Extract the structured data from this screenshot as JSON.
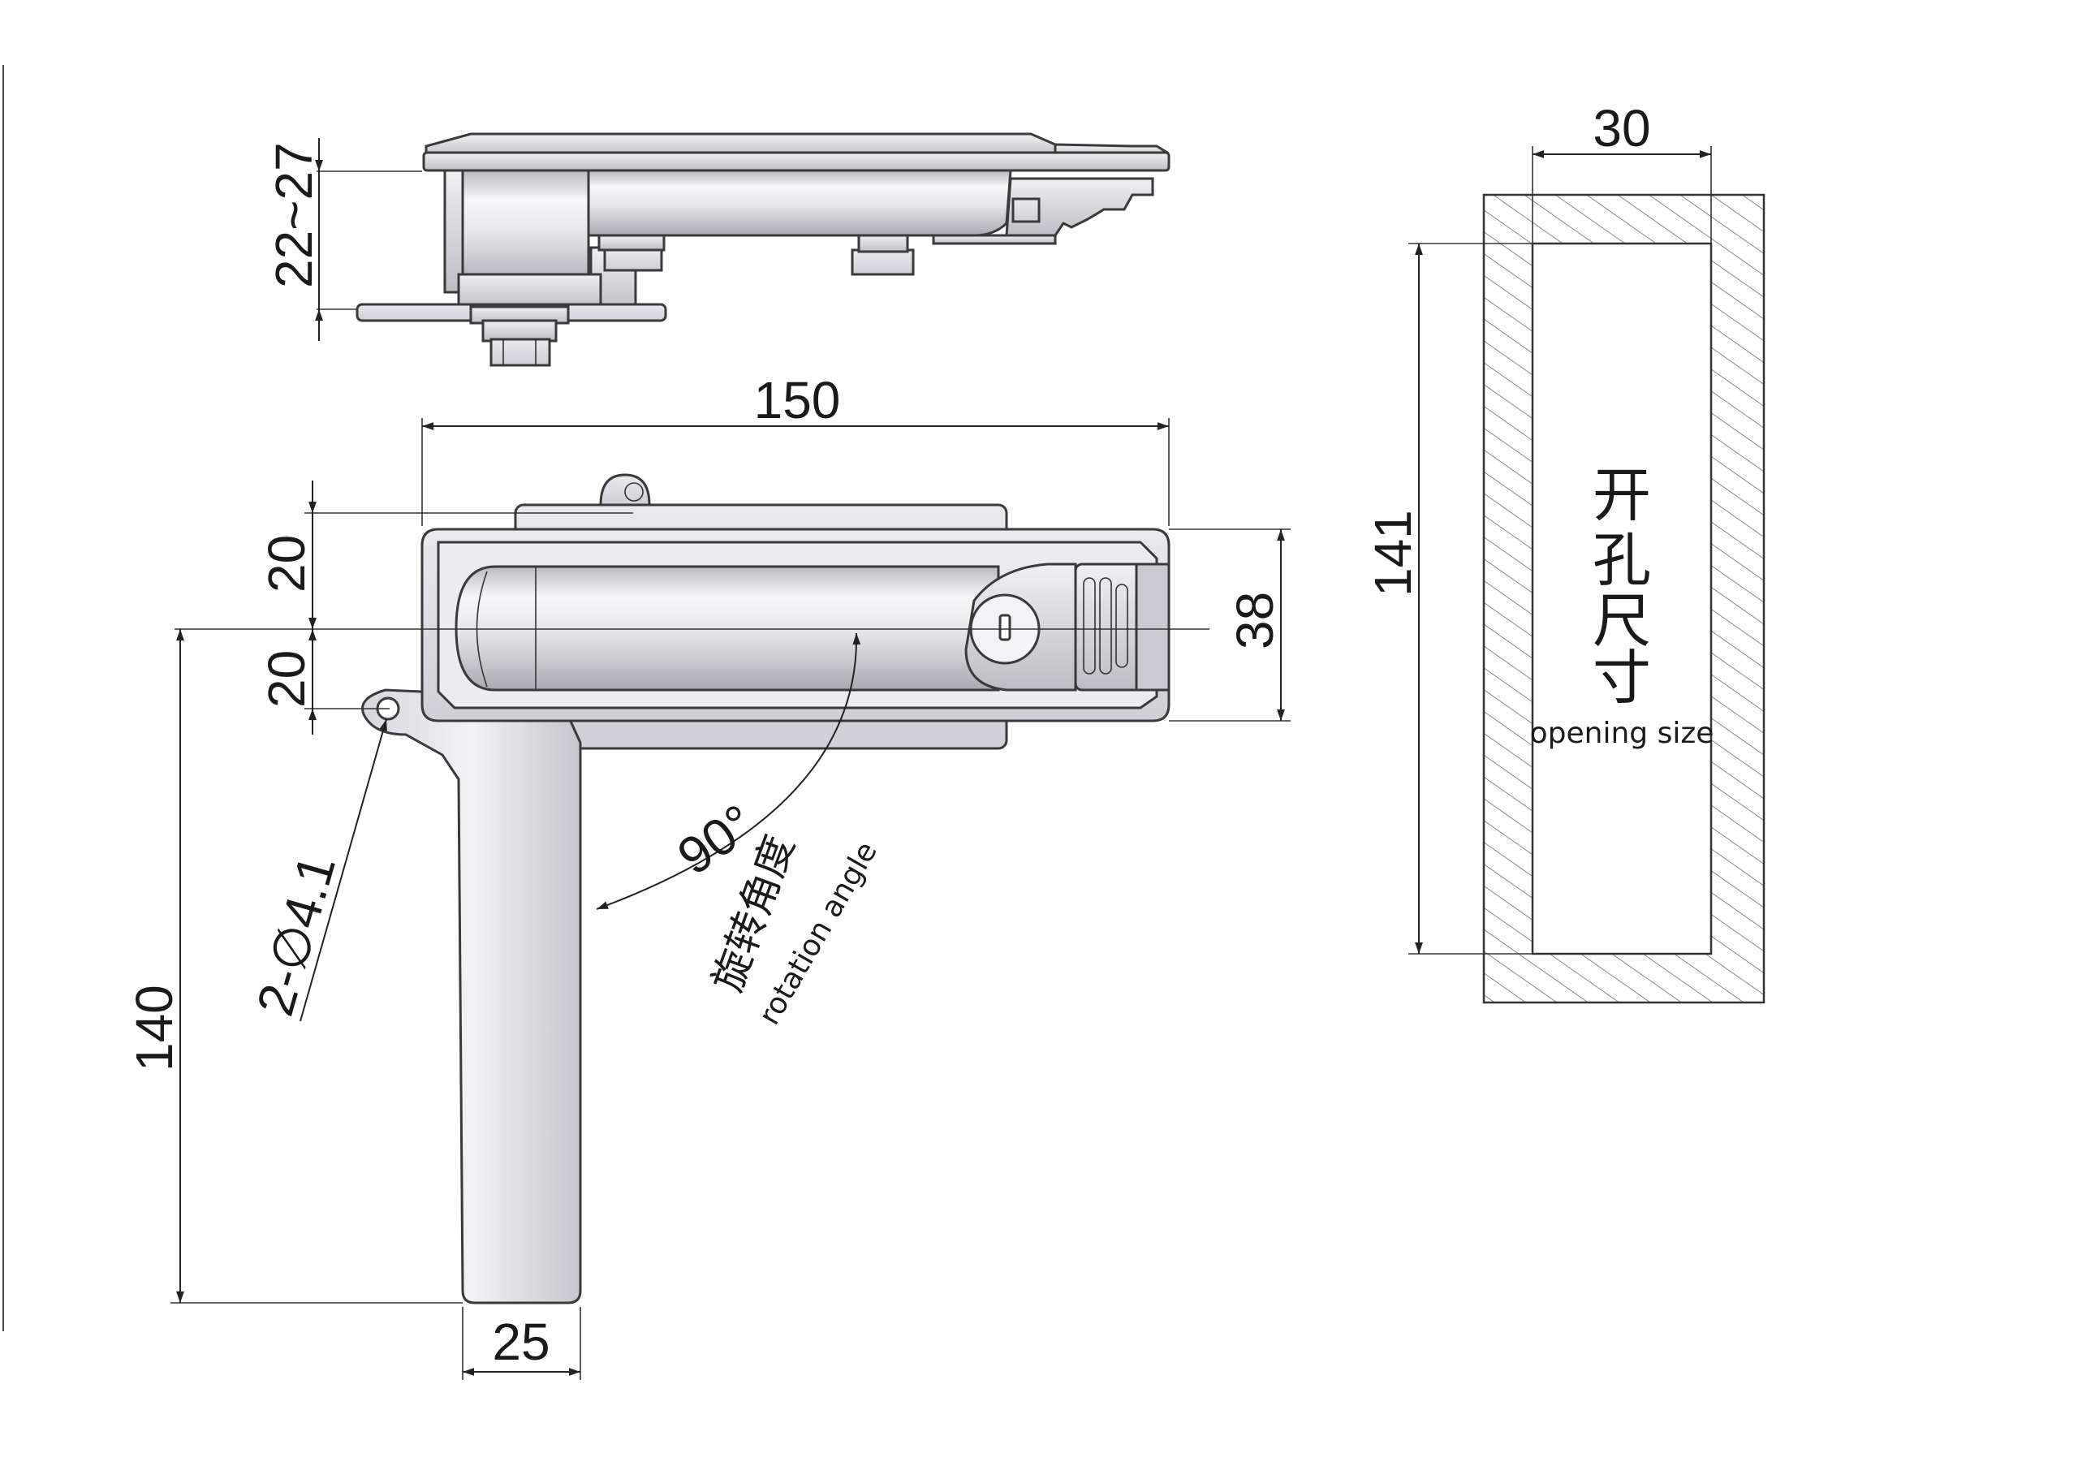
{
  "colors": {
    "line": "#222222",
    "metal_light": "#f4f4f6",
    "metal_mid": "#d8d8dc",
    "metal_dark": "#a8a8ae",
    "hatch": "#8a8a8a"
  },
  "dimensions": {
    "thickness_range": "22~27",
    "overall_length": "150",
    "upper_offset": "20",
    "lower_offset": "20",
    "body_width": "38",
    "handle_length": "140",
    "handle_width": "25",
    "hole_spec": "2-∅4.1",
    "cutout_width": "30",
    "cutout_height": "141"
  },
  "rotation": {
    "angle": "90°",
    "label_cn": "旋转角度",
    "label_en": "rotation angle"
  },
  "cutout": {
    "label_cn_1": "开",
    "label_cn_2": "孔",
    "label_cn_3": "尺",
    "label_cn_4": "寸",
    "label_en": "opening size"
  }
}
